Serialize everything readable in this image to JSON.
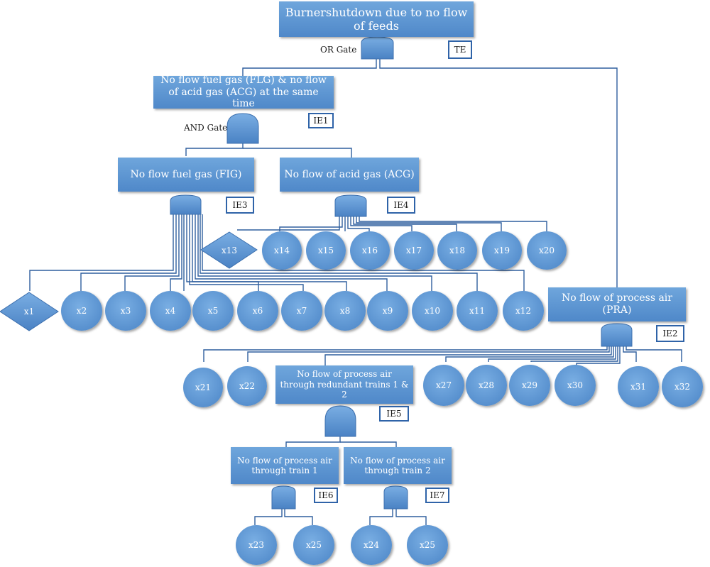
{
  "top_event": {
    "label": "Burnershutdown due to no flow of feeds",
    "tag": "TE",
    "gate_label": "OR Gate"
  },
  "ie1": {
    "label": "No flow fuel gas (FLG) & no flow of acid gas (ACG) at the same time",
    "tag": "IE1",
    "gate_label": "AND Gate"
  },
  "ie3": {
    "label": "No flow fuel gas (FIG)",
    "tag": "IE3"
  },
  "ie4": {
    "label": "No flow of acid gas (ACG)",
    "tag": "IE4"
  },
  "ie2": {
    "label": "No flow of process air (PRA)",
    "tag": "IE2"
  },
  "ie5": {
    "label": "No flow of process air through redundant trains 1 & 2",
    "tag": "IE5"
  },
  "ie6": {
    "label": "No flow of process air through train 1",
    "tag": "IE6"
  },
  "ie7": {
    "label": "No flow of process air through train 2",
    "tag": "IE7"
  },
  "basic_events": {
    "x1": "x1",
    "x2": "x2",
    "x3": "x3",
    "x4": "x4",
    "x5": "x5",
    "x6": "x6",
    "x7": "x7",
    "x8": "x8",
    "x9": "x9",
    "x10": "x10",
    "x11": "x11",
    "x12": "x12",
    "x13": "x13",
    "x14": "x14",
    "x15": "x15",
    "x16": "x16",
    "x17": "x17",
    "x18": "x18",
    "x19": "x19",
    "x20": "x20",
    "x21": "x21",
    "x22": "x22",
    "x23": "x23",
    "x24": "x24",
    "x25a": "x25",
    "x25b": "x25",
    "x27": "x27",
    "x28": "x28",
    "x29": "x29",
    "x30": "x30",
    "x31": "x31",
    "x32": "x32"
  },
  "colors": {
    "event_fill": "#5b93d3",
    "line": "#2f5f9e",
    "tag_border": "#2f63a8"
  }
}
